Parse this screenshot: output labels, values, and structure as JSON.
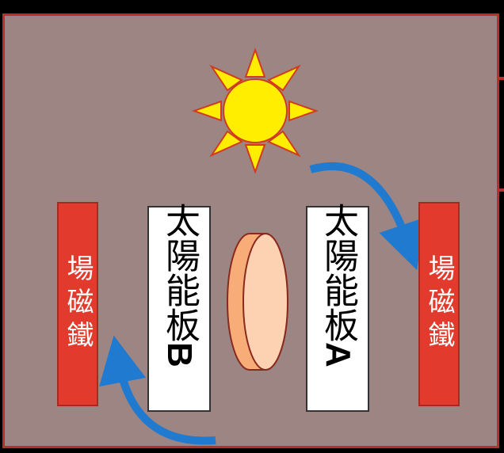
{
  "magnet_left": {
    "label": "場磁鐵"
  },
  "magnet_right": {
    "label": "場磁鐵"
  },
  "panel_b": {
    "label": "太陽能板",
    "suffix": "B"
  },
  "panel_a": {
    "label": "太陽能板",
    "suffix": "A"
  },
  "icons": [
    "sun-icon",
    "disc-rotor-icon",
    "curved-arrow-icon"
  ],
  "colors": {
    "background": "#9c8583",
    "border": "#b9302a",
    "magnet": "#e23a2c",
    "sun_fill": "#ffee00",
    "sun_stroke": "#d23a1e",
    "disc": "#f8ad79",
    "disc_face": "#fdd2b2",
    "arrow": "#1f7ad0"
  }
}
